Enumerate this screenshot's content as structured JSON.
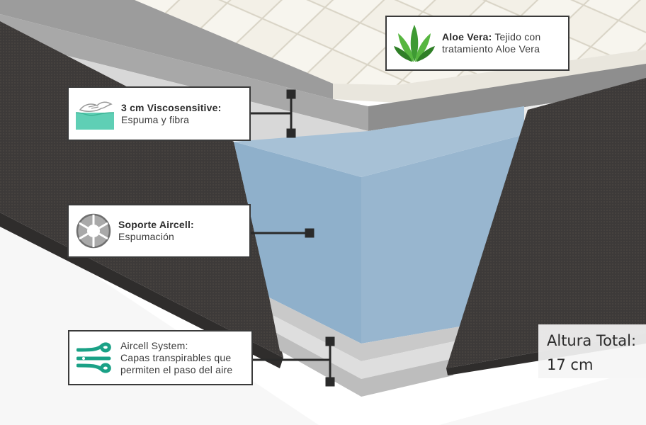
{
  "colors": {
    "fabric_dark": "#3d3a39",
    "foam_blue": "#8fb0cb",
    "foam_gray": "#c9c9c9",
    "quilt_cream": "#f2efe6",
    "memory_teal": "#5fcfb5",
    "icon_green": "#3e9a33",
    "callout_border": "#3a3a3a"
  },
  "callouts": {
    "aloe": {
      "title": "Aloe Vera:",
      "text_line1": " Tejido con",
      "text_line2": "tratamiento Aloe Vera",
      "icon": "aloe-plant-icon"
    },
    "visco": {
      "title": "3 cm Viscosensitive:",
      "text": "Espuma y fibra",
      "icon": "memory-foam-hand-icon"
    },
    "aircell": {
      "title": "Soporte Aircell:",
      "text": "Espumación",
      "icon": "aircell-aperture-icon"
    },
    "system": {
      "title": "Aircell System:",
      "text_line1": "Capas transpirables que",
      "text_line2": "permiten el paso del aire",
      "icon": "airflow-icon"
    }
  },
  "height_label": {
    "line1": "Altura Total:",
    "line2": "17 cm"
  }
}
